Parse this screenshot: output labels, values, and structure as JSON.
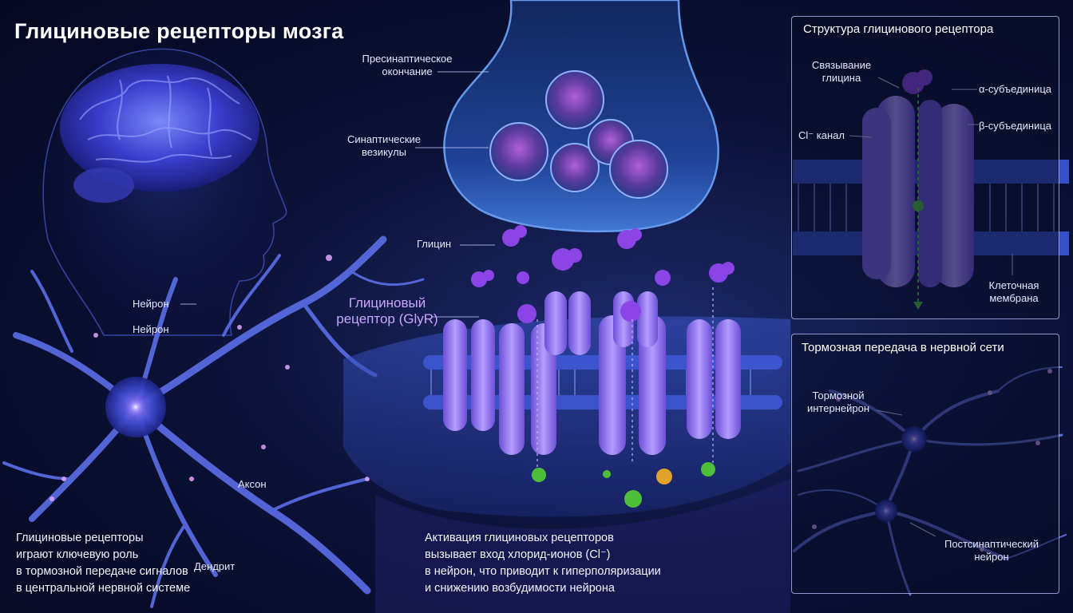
{
  "title": "Глициновые рецепторы мозга",
  "labels": {
    "presynaptic": "Пресинаптическое окончание",
    "vesicles": "Синаптические везикулы",
    "glycine": "Глицин",
    "receptor": "Глициновый рецептор (GlyR)",
    "neuron1": "Нейрон",
    "neuron2": "Нейрон",
    "axon": "Аксон",
    "dendrite": "Дендрит"
  },
  "left_text": [
    "Глициновые рецепторы",
    "играют ключевую роль",
    "в тормозной передаче сигналов",
    "в центральной нервной системе"
  ],
  "center_text": [
    "Активация глициновых рецепторов",
    "вызывает вход хлорид-ионов (Cl⁻)",
    "в нейрон, что приводит к гиперполяризации",
    "и снижению возбудимости нейрона"
  ],
  "panel_structure": {
    "title": "Структура глицинового рецептора",
    "glycine_binding": "Связывание глицина",
    "alpha": "α-субъединица",
    "beta": "β-субъединица",
    "cl_channel": "Cl⁻ канал",
    "membrane": "Клеточная мембрана"
  },
  "panel_network": {
    "title": "Тормозная передача в нервной сети",
    "interneuron": "Тормозной интернейрон",
    "postsynaptic": "Постсинаптический нейрон"
  },
  "colors": {
    "background": "#0c1238",
    "receptor": "#8f6ef0",
    "neuron": "#5b6fe8",
    "glycine": "#8b45e6",
    "chloride": "#4fbf3a"
  }
}
